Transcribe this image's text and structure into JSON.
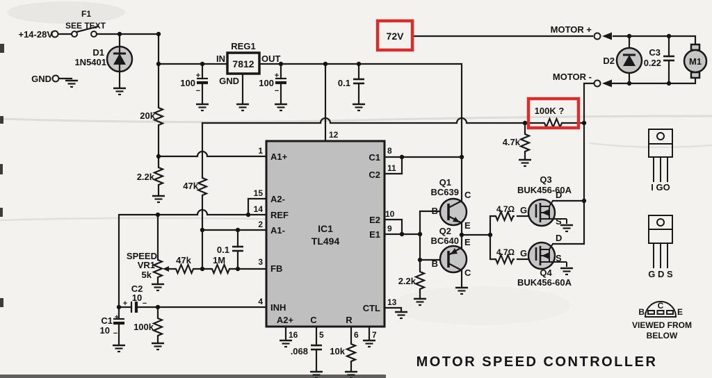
{
  "symbols": {
    "plus": "+",
    "minus": "−"
  },
  "power": {
    "input": "+14-28V",
    "gnd": "GND",
    "fuse_ref": "F1",
    "fuse_note": "SEE TEXT"
  },
  "d1": {
    "ref": "D1",
    "part": "1N5401"
  },
  "reg1": {
    "ref": "REG1",
    "part": "7812",
    "in": "IN",
    "out": "OUT",
    "gnd": "GND",
    "cap_in": "100",
    "cap_out": "100",
    "cap_hf": "0.1"
  },
  "divider": {
    "r_top": "20k",
    "r_bottom": "2.2k",
    "r_sense": "47k"
  },
  "speed_pot": {
    "label": "SPEED",
    "ref": "VR1",
    "value": "5k"
  },
  "fb": {
    "r_wiper": "47k",
    "r_1m": "1M",
    "c_01": "0.1"
  },
  "soft_start": {
    "c2_ref": "C2",
    "c2_val": "10",
    "c1_ref": "C1",
    "c1_val": "10",
    "r_100k": "100k"
  },
  "ic": {
    "ref": "IC1",
    "part": "TL494",
    "pins_left": [
      {
        "num": "1",
        "name": "A1+"
      },
      {
        "num": "15",
        "name": "A2-"
      },
      {
        "num": "14",
        "name": "REF"
      },
      {
        "num": "2",
        "name": "A1-"
      },
      {
        "num": "3",
        "name": "FB"
      },
      {
        "num": "4",
        "name": "INH"
      }
    ],
    "pin_top": {
      "num": "12"
    },
    "pins_right": [
      {
        "num": "8",
        "name": "C1"
      },
      {
        "num": "11",
        "name": "C2"
      },
      {
        "num": "10",
        "name": "E2"
      },
      {
        "num": "9",
        "name": "E1"
      },
      {
        "num": "13",
        "name": "CTL"
      }
    ],
    "pins_bottom": [
      {
        "num": "16",
        "name": "A2+"
      },
      {
        "num": "5",
        "name": "C"
      },
      {
        "num": "6",
        "name": "R"
      },
      {
        "num": "7",
        "name": ""
      }
    ]
  },
  "timing": {
    "cap": ".068",
    "res": "10k"
  },
  "annotations": {
    "bus_voltage": "72V",
    "query_resistor": "100K ?"
  },
  "gate_divider": {
    "r_4k7": "4.7k"
  },
  "drivers": {
    "q1_ref": "Q1",
    "q1_part": "BC639",
    "q2_ref": "Q2",
    "q2_part": "BC640",
    "r_base": "2.2k",
    "b": "B",
    "c": "C",
    "e": "E",
    "r_gate1": "4.7Ω",
    "r_gate2": "4.7Ω"
  },
  "fets": {
    "q3_ref": "Q3",
    "q3_part": "BUK456-60A",
    "q4_ref": "Q4",
    "q4_part": "BUK456-60A",
    "g": "G",
    "d": "D",
    "s": "S"
  },
  "output": {
    "motor_plus": "MOTOR +",
    "motor_minus": "MOTOR -",
    "d2_ref": "D2",
    "c3_ref": "C3",
    "c3_val": "0.22",
    "motor": "M1"
  },
  "packages": {
    "to220_reg": "I GO",
    "to220_fet": "G D S",
    "to92_b": "B",
    "to92_c": "C",
    "to92_e": "E",
    "viewed1": "VIEWED FROM",
    "viewed2": "BELOW"
  },
  "title": "MOTOR  SPEED  CONTROLLER"
}
